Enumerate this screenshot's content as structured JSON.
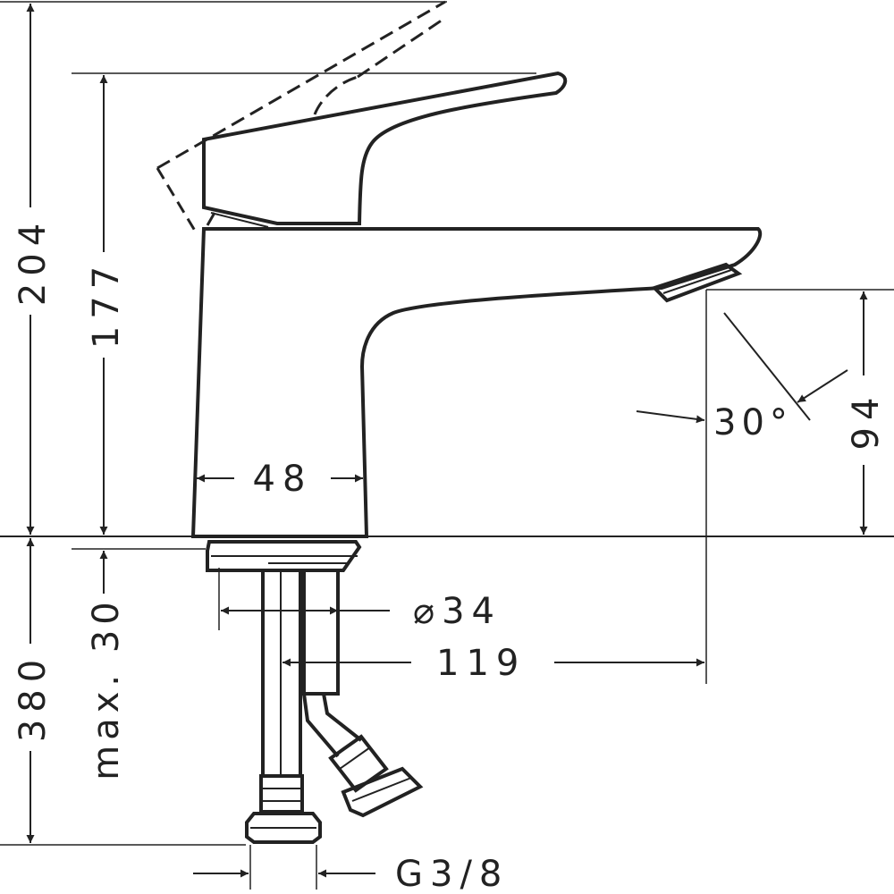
{
  "drawing": {
    "line_color": "#222222",
    "background": "#ffffff",
    "dimensions": {
      "total_height": "204",
      "lever_height": "177",
      "spout_height": "94",
      "spout_angle": "30°",
      "body_width": "48",
      "hole_diameter": "⌀34",
      "spout_reach": "119",
      "max_thickness": "max. 30",
      "hose_length": "380",
      "connection": "G3/8"
    }
  }
}
